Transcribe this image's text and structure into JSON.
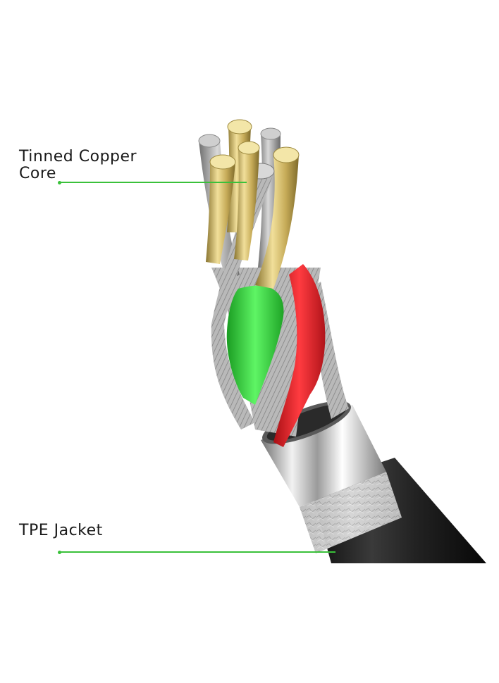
{
  "labels": {
    "core_line1": "Tinned Copper",
    "core_line2": "Core",
    "jacket": "TPE Jacket"
  },
  "colors": {
    "leader": "#3ac13a",
    "jacket": "#1c1c1c",
    "shield": "#c8c8c8",
    "copper": "#c9b15a",
    "tinned": "#9a9a9a",
    "red_wire": "#e8232a",
    "green_wire": "#2ed431"
  }
}
